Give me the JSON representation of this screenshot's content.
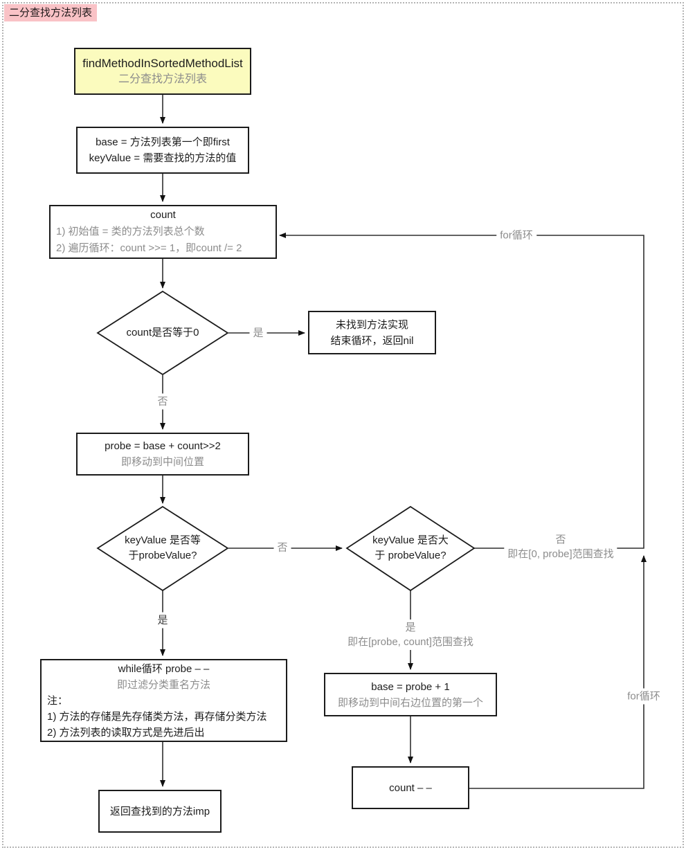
{
  "page": {
    "tag": "二分查找方法列表"
  },
  "colors": {
    "start_fill": "#fbfbbe",
    "tag_fill": "#f9c2c6",
    "gray_text": "#8c8c8c",
    "black_text": "#1c1c1c",
    "line": "#2f2f2f",
    "frame_dotted": "#b4b4b4"
  },
  "nodes": {
    "start": {
      "line1": "findMethodInSortedMethodList",
      "line2": "二分查找方法列表"
    },
    "init": {
      "line1": "base = 方法列表第一个即first",
      "line2": "keyValue = 需要查找的方法的值"
    },
    "count": {
      "title": "count",
      "note1": "1) 初始值 = 类的方法列表总个数",
      "note2": "2) 遍历循环：count >>= 1，即count /= 2"
    },
    "decision_count_zero": {
      "label": "count是否等于0"
    },
    "not_found": {
      "line1": "未找到方法实现",
      "line2": "结束循环，返回nil"
    },
    "probe": {
      "line1": "probe = base + count>>2",
      "line2": "即移动到中间位置"
    },
    "decision_equal": {
      "line1": "keyValue 是否等",
      "line2": "于probeValue?"
    },
    "decision_greater": {
      "line1": "keyValue 是否大",
      "line2": "于 probeValue?"
    },
    "while_filter": {
      "line1": "while循环 probe – –",
      "line2": "即过滤分类重名方法",
      "note_title": "注：",
      "note1": "1) 方法的存储是先存储类方法，再存储分类方法",
      "note2": "2) 方法列表的读取方式是先进后出"
    },
    "base_probe": {
      "line1": "base = probe + 1",
      "line2": "即移动到中间右边位置的第一个"
    },
    "count_dec": {
      "line1": "count – –"
    },
    "return_imp": {
      "line1": "返回查找到的方法imp"
    }
  },
  "edge_labels": {
    "yes_zero": "是",
    "no_zero": "否",
    "no_equal": "否",
    "yes_equal": "是",
    "yes_greater_1": "是",
    "yes_greater_2": "即在[probe, count]范围查找",
    "no_greater_1": "否",
    "no_greater_2": "即在[0, probe]范围查找",
    "for_loop_top": "for循环",
    "for_loop_right": "for循环"
  }
}
